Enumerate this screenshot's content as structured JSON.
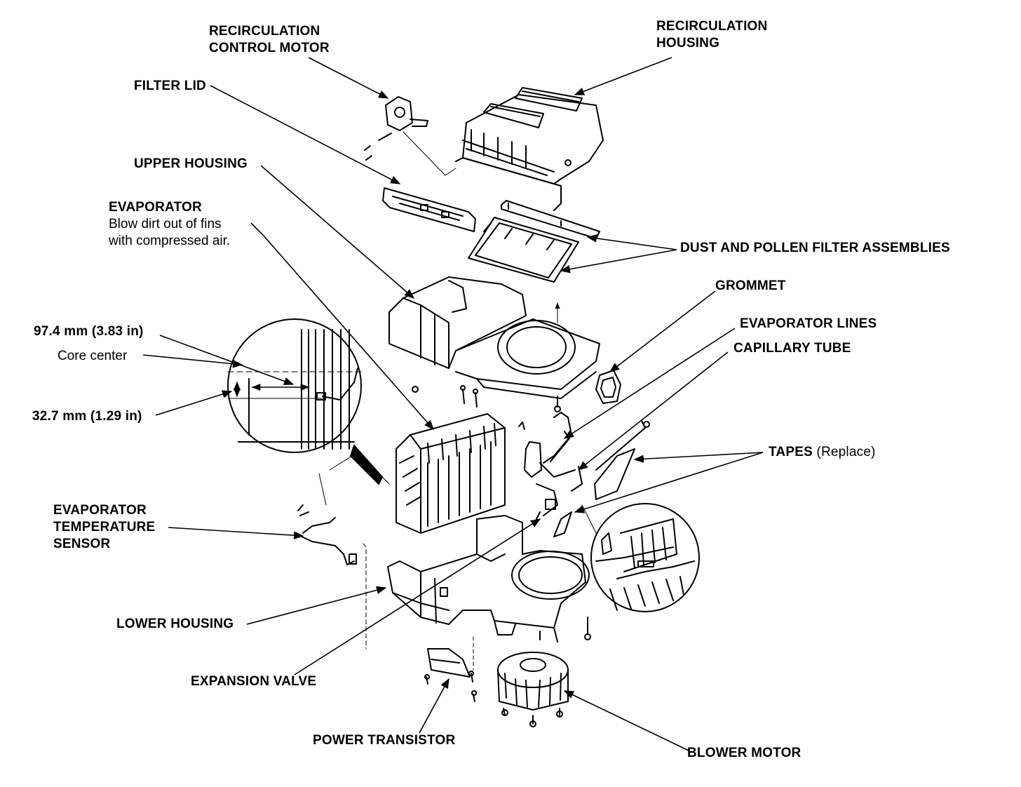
{
  "labels": {
    "recirc_motor": [
      "RECIRCULATION",
      "CONTROL MOTOR"
    ],
    "recirc_housing": [
      "RECIRCULATION",
      "HOUSING"
    ],
    "filter_lid": "FILTER LID",
    "upper_housing": "UPPER HOUSING",
    "evaporator": {
      "title": "EVAPORATOR",
      "note": [
        "Blow dirt out of fins",
        "with compressed air."
      ]
    },
    "dust_filter": "DUST AND POLLEN FILTER ASSEMBLIES",
    "grommet": "GROMMET",
    "evaporator_lines": "EVAPORATOR LINES",
    "capillary_tube": "CAPILLARY TUBE",
    "dim_97": "97.4 mm (3.83 in)",
    "core_center": "Core center",
    "dim_32": "32.7 mm (1.29 in)",
    "tapes": {
      "main": "TAPES",
      "sub": "(Replace)"
    },
    "evap_temp_sensor": [
      "EVAPORATOR",
      "TEMPERATURE",
      "SENSOR"
    ],
    "lower_housing": "LOWER HOUSING",
    "expansion_valve": "EXPANSION VALVE",
    "power_transistor": "POWER TRANSISTOR",
    "blower_motor": "BLOWER MOTOR"
  }
}
